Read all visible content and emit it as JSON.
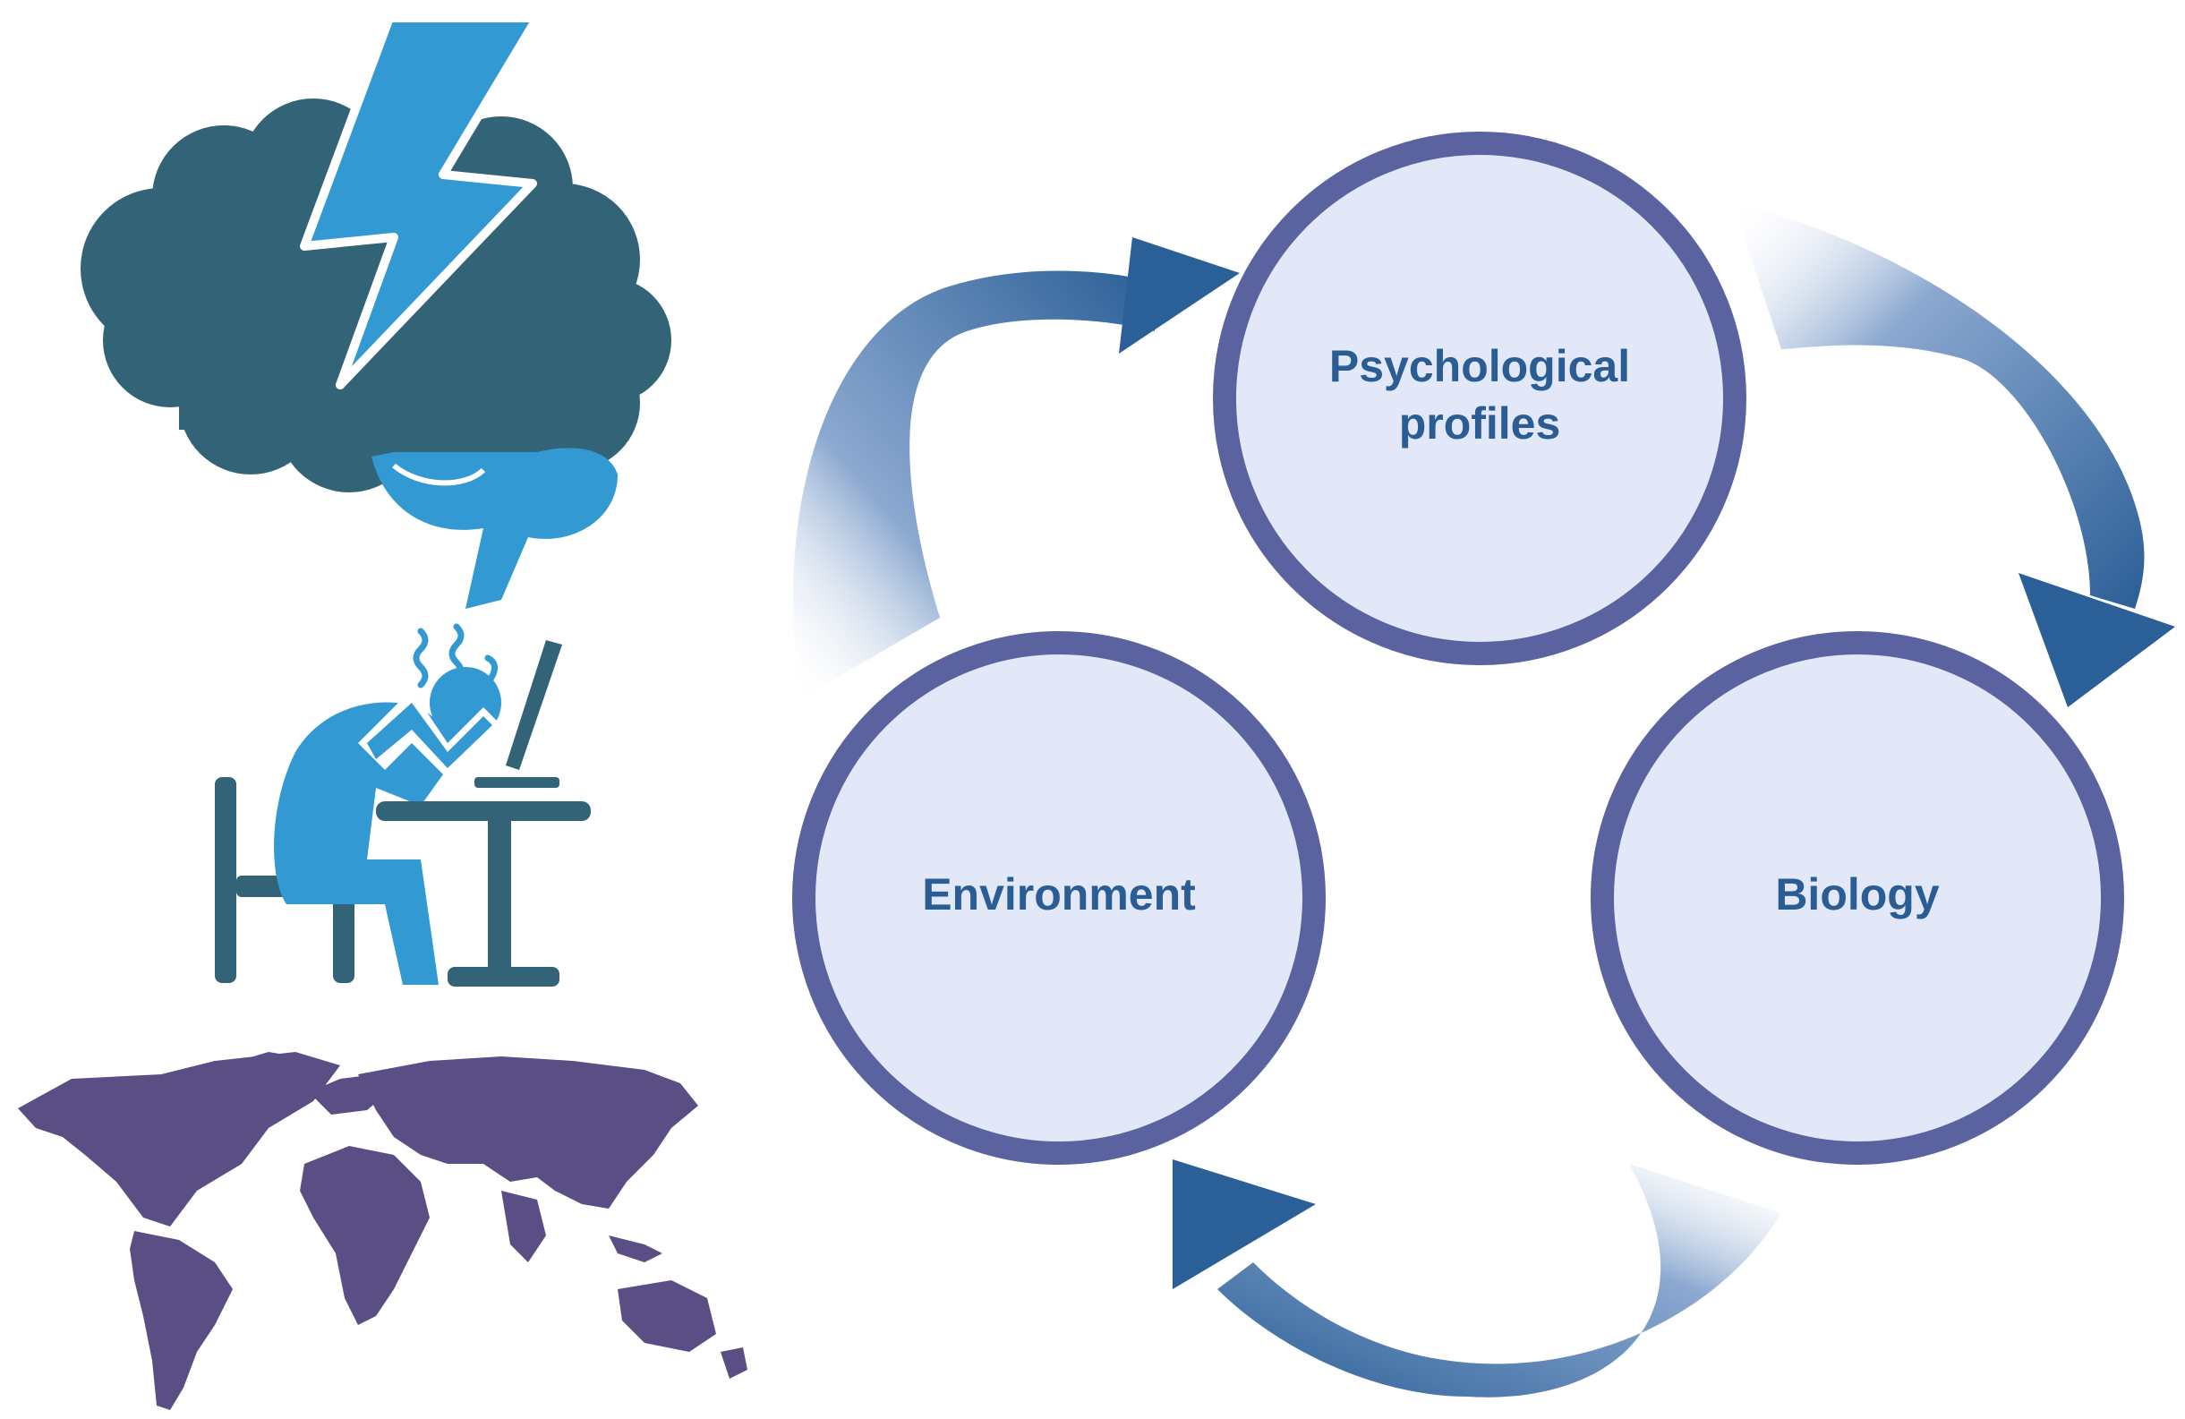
{
  "diagram": {
    "nodes": [
      {
        "id": "psychological",
        "lines": [
          "Psychological",
          "profiles"
        ]
      },
      {
        "id": "biology",
        "lines": [
          "Biology"
        ]
      },
      {
        "id": "environment",
        "lines": [
          "Environment"
        ]
      }
    ],
    "cycle": [
      "environment",
      "psychological",
      "biology",
      "environment"
    ]
  },
  "icons": [
    "stressed-brain-lightning-icon",
    "exhausted-person-at-desk-icon",
    "world-map-icon"
  ],
  "colors": {
    "circle_fill": "#e3e8f8",
    "circle_stroke": "#5a62a0",
    "label_text": "#2a5d94",
    "arrow_dark": "#2b5f97",
    "arrow_light": "#8ba8d0",
    "brain": "#336377",
    "lightning": "#3299d2",
    "person": "#3299d2",
    "desk_chair": "#336377",
    "world_map": "#5a4e84"
  }
}
